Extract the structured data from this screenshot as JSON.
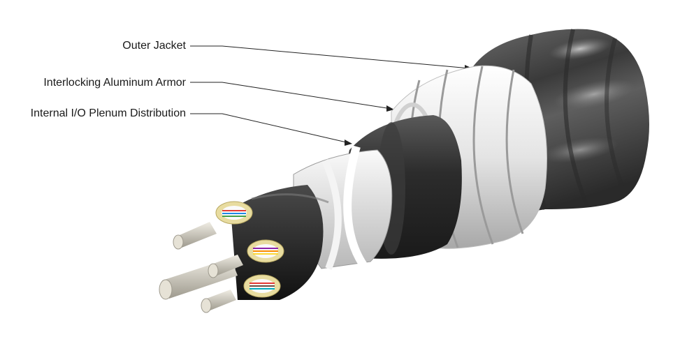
{
  "callouts": {
    "outer_jacket": "Outer Jacket",
    "armor": "Interlocking Aluminum Armor",
    "plenum": "Internal I/O Plenum Distribution"
  },
  "colors": {
    "jacket": "#4a4a4a",
    "armor": "#f2f2f2",
    "inner_jacket": "#2e2e2e",
    "ripcord_tape": "#e8e8e8",
    "strength_member": "#d8d4c8",
    "binder_yarn": "#e8dca0"
  }
}
